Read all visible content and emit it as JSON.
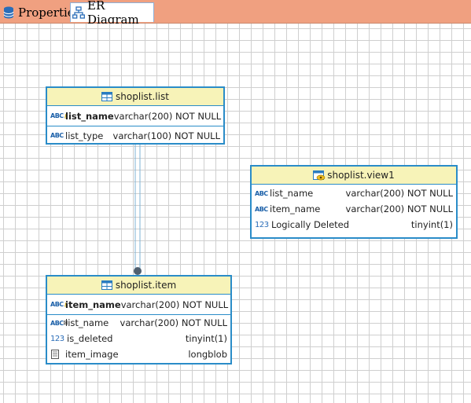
{
  "tabs": [
    {
      "label": "Properties",
      "icon": "database-icon",
      "active": false
    },
    {
      "label": "ER Diagram",
      "icon": "er-diagram-icon",
      "active": true
    }
  ],
  "colors": {
    "tabbar": "#f0a080",
    "entity_border": "#2a8cc8",
    "entity_header": "#f7f3b8",
    "grid": "#cfcfcf",
    "relation": "#7fb3d5"
  },
  "entities": {
    "list": {
      "title": "shoplist.list",
      "icon": "table-icon",
      "pk": [
        {
          "name": "list_name",
          "type": "varchar(200) NOT NULL",
          "icon": "abc-key-icon"
        }
      ],
      "columns": [
        {
          "name": "list_type",
          "type": "varchar(100) NOT NULL",
          "icon": "abc-icon"
        }
      ]
    },
    "item": {
      "title": "shoplist.item",
      "icon": "table-icon",
      "pk": [
        {
          "name": "item_name",
          "type": "varchar(200) NOT NULL",
          "icon": "abc-key-icon"
        }
      ],
      "columns": [
        {
          "name": "list_name",
          "type": "varchar(200) NOT NULL",
          "icon": "abc-fk-icon"
        },
        {
          "name": "is_deleted",
          "type": "tinyint(1)",
          "icon": "number-icon",
          "icon_text": "123"
        },
        {
          "name": "item_image",
          "type": "longblob",
          "icon": "blob-icon"
        }
      ]
    },
    "view1": {
      "title": "shoplist.view1",
      "icon": "view-icon",
      "columns": [
        {
          "name": "list_name",
          "type": "varchar(200) NOT NULL",
          "icon": "abc-icon"
        },
        {
          "name": "item_name",
          "type": "varchar(200) NOT NULL",
          "icon": "abc-icon"
        },
        {
          "name": "Logically Deleted",
          "type": "tinyint(1)",
          "icon": "number-icon",
          "icon_text": "123"
        }
      ]
    }
  }
}
